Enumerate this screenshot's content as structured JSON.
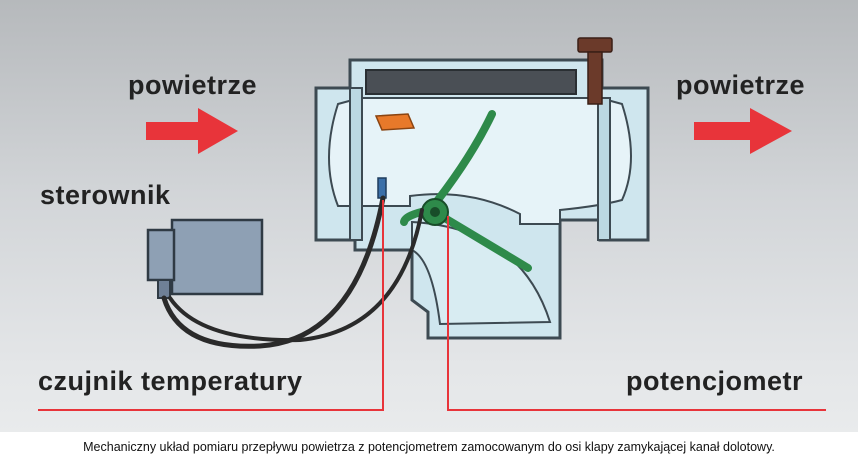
{
  "labels": {
    "air_in": "powietrze",
    "air_out": "powietrze",
    "controller": "sterownik",
    "temperature_sensor": "czujnik temperatury",
    "potentiometer": "potencjometr"
  },
  "caption": "Mechaniczny układ pomiaru przepływu powietrza z potencjometrem zamocowanym do osi klapy zamykającej kanał dolotowy.",
  "colors": {
    "background_top": "#b9bcbf",
    "background_mid": "#dcdfe2",
    "flow_arrow": "#e8343a",
    "leader_line": "#e8343a",
    "housing_fill": "#cfe6ee",
    "housing_stroke": "#3d4a52",
    "flap": "#2e8a4a",
    "adjust_screw": "#6b3a2a",
    "sensor_element": "#e8792a",
    "controller_box": "#8ea0b4",
    "wiring": "#2a2a2a"
  }
}
